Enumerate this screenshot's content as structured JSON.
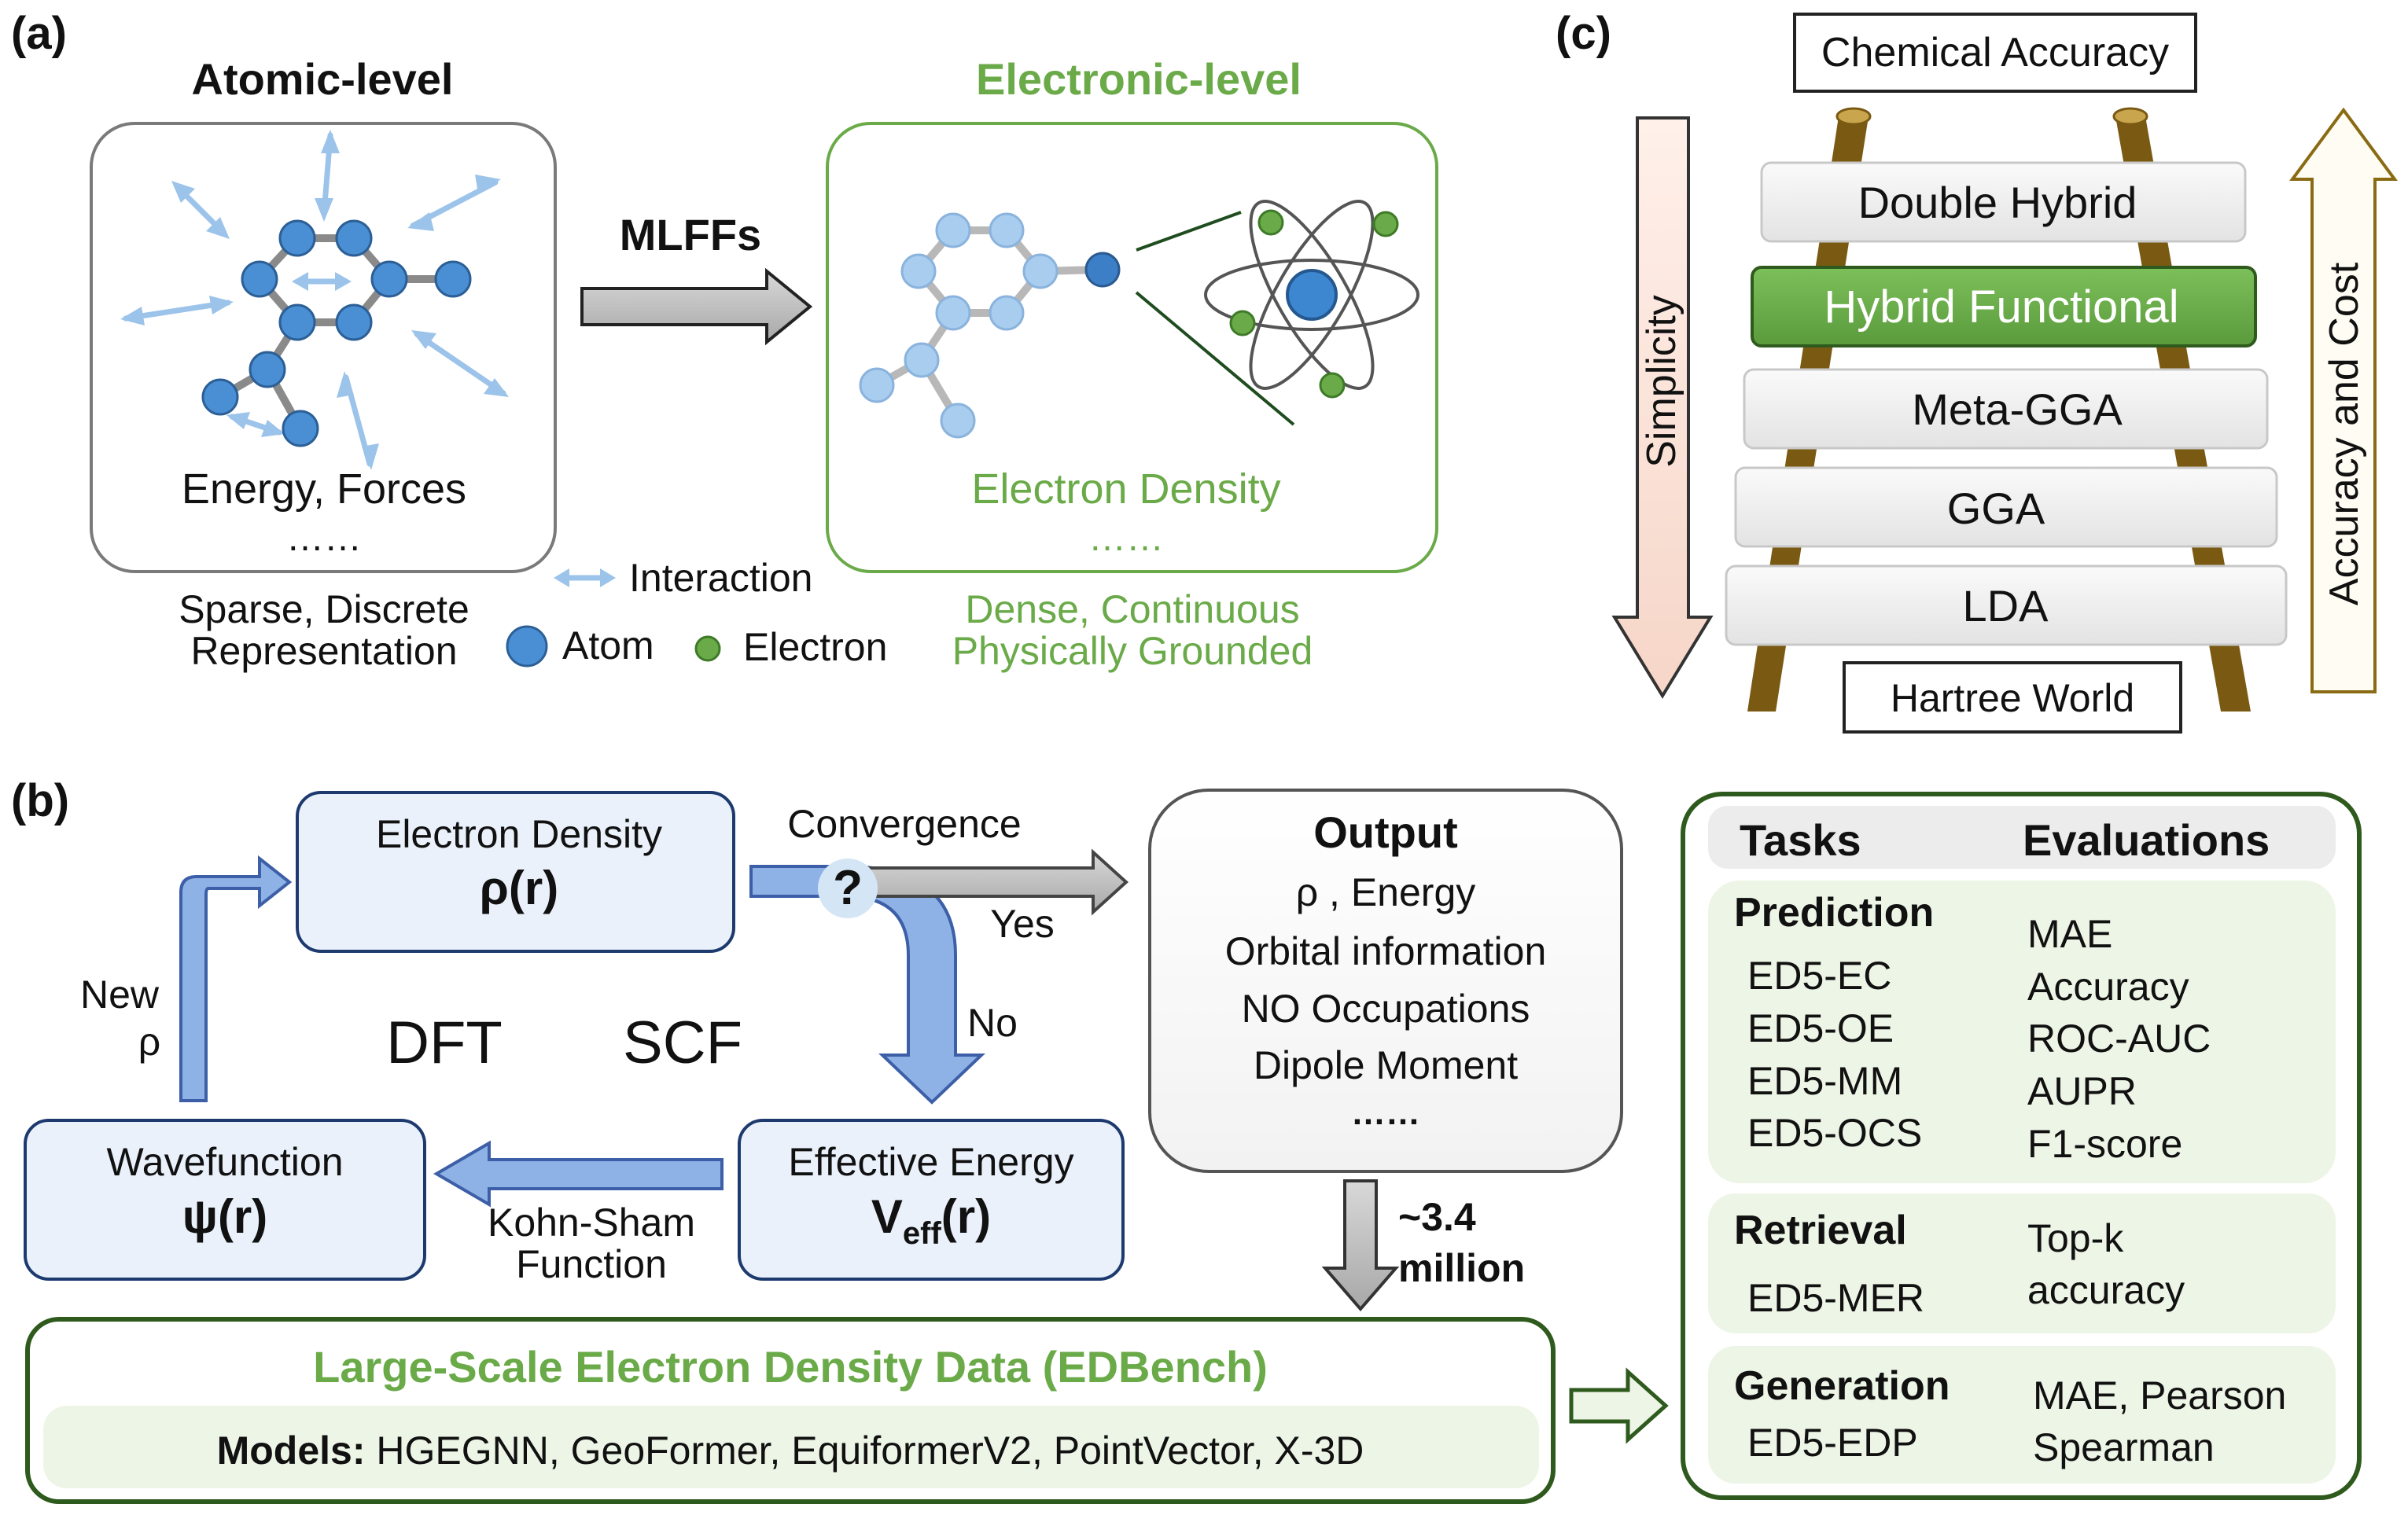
{
  "panel_a": {
    "label": "(a)",
    "atomic_title": "Atomic-level",
    "electronic_title": "Electronic-level",
    "arrow_label": "MLFFs",
    "atomic_caption": "Energy, Forces",
    "atomic_ellipsis": "……",
    "electronic_caption": "Electron Density",
    "electronic_ellipsis": "……",
    "left_desc_1": "Sparse, Discrete",
    "left_desc_2": "Representation",
    "right_desc_1": "Dense, Continuous",
    "right_desc_2": "Physically Grounded",
    "legend_interaction": "Interaction",
    "legend_atom": "Atom",
    "legend_electron": "Electron"
  },
  "panel_b": {
    "label": "(b)",
    "density_box_title": "Electron Density",
    "density_box_symbol": "ρ(r)",
    "convergence": "Convergence",
    "question": "?",
    "yes": "Yes",
    "no": "No",
    "new_rho_1": "New",
    "new_rho_2": "ρ",
    "dft": "DFT",
    "scf": "SCF",
    "wavefunction_title": "Wavefunction",
    "wavefunction_symbol": "ψ(r)",
    "kohn_sham_1": "Kohn-Sham",
    "kohn_sham_2": "Function",
    "effective_title": "Effective Energy",
    "effective_symbol_v": "V",
    "effective_symbol_sub": "eff",
    "effective_symbol_r": "(r)",
    "output_title": "Output",
    "output_items": [
      "ρ , Energy",
      "Orbital information",
      "NO Occupations",
      "Dipole Moment",
      "……"
    ],
    "count_1": "~3.4",
    "count_2": "million",
    "data_title": "Large-Scale Electron Density Data (EDBench)",
    "models_label": "Models:",
    "models_list": " HGEGNN, GeoFormer, EquiformerV2, PointVector, X-3D"
  },
  "panel_c": {
    "label": "(c)",
    "top": "Chemical Accuracy",
    "bottom": "Hartree World",
    "rungs": [
      "Double Hybrid",
      "Hybrid Functional",
      "Meta-GGA",
      "GGA",
      "LDA"
    ],
    "left_arrow": "Simplicity",
    "right_arrow": "Accuracy and Cost"
  },
  "tasks": {
    "header_tasks": "Tasks",
    "header_evals": "Evaluations",
    "prediction_title": "Prediction",
    "prediction_tasks": [
      "ED5-EC",
      "ED5-OE",
      "ED5-MM",
      "ED5-OCS"
    ],
    "prediction_evals": [
      "MAE",
      "Accuracy",
      "ROC-AUC",
      "AUPR",
      "F1-score"
    ],
    "retrieval_title": "Retrieval",
    "retrieval_task": "ED5-MER",
    "retrieval_evals": [
      "Top-k",
      "accuracy"
    ],
    "generation_title": "Generation",
    "generation_task": "ED5-EDP",
    "generation_evals": [
      "MAE, Pearson",
      "Spearman"
    ]
  },
  "colors": {
    "green": "#6aaa48",
    "atom_blue": "#4a8fd4",
    "light_atom": "#a9cdee",
    "box_blue": "#eaf1fb",
    "arrow_blue": "#8fb2e6",
    "ladder_brown": "#7a5a12"
  }
}
